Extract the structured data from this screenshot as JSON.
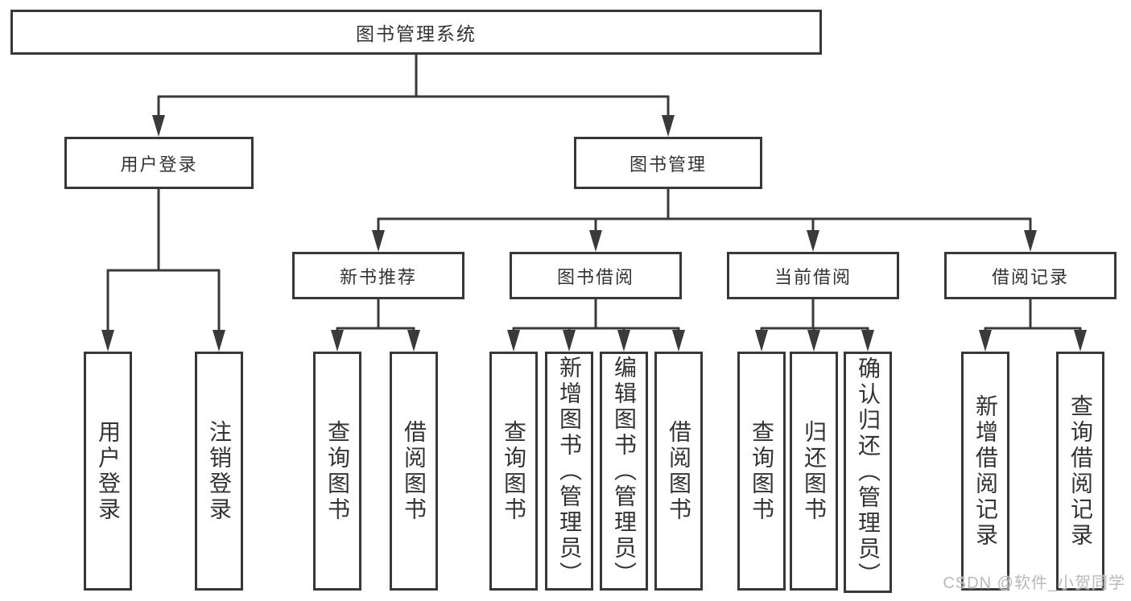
{
  "nodes": {
    "root": "图书管理系统",
    "level2": [
      "用户登录",
      "图书管理"
    ],
    "level3": [
      "新书推荐",
      "图书借阅",
      "当前借阅",
      "借阅记录"
    ],
    "leaves": [
      "用户登录",
      "注销登录",
      "查询图书",
      "借阅图书",
      "查询图书",
      "新增图书（管理员）",
      "编辑图书（管理员）",
      "借阅图书",
      "查询图书",
      "归还图书",
      "确认归还（管理员）",
      "新增借阅记录",
      "查询借阅记录"
    ]
  },
  "watermark": "CSDN @软件_小贺同学",
  "colors": {
    "line": "#3a3a3a",
    "box_border": "#383838",
    "text": "#333333",
    "watermark": "#b9b9b9",
    "background": "#ffffff"
  }
}
